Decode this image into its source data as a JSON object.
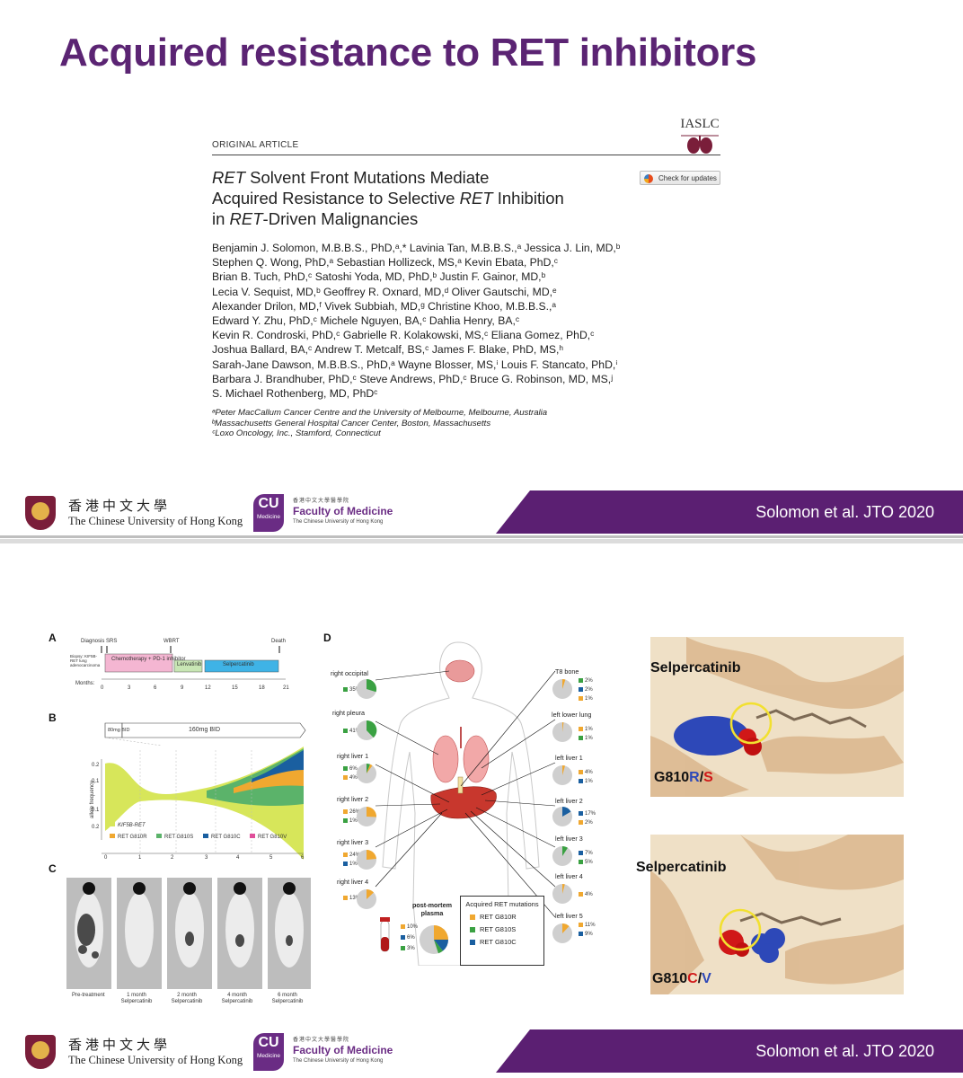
{
  "slide1": {
    "title": "Acquired resistance to RET inhibitors",
    "article": {
      "type": "ORIGINAL ARTICLE",
      "journal_logo": "IASLC",
      "title_line1_italic": "RET",
      "title_line1_rest": " Solvent Front Mutations Mediate",
      "title_line2_a": "Acquired Resistance to Selective ",
      "title_line2_italic": "RET",
      "title_line2_b": " Inhibition",
      "title_line3_a": "in ",
      "title_line3_italic": "RET",
      "title_line3_b": "-Driven Malignancies",
      "check_updates": "Check for updates",
      "authors": [
        "Benjamin J. Solomon, M.B.B.S., PhD,ᵃ,* Lavinia Tan, M.B.B.S.,ᵃ Jessica J. Lin, MD,ᵇ",
        "Stephen Q. Wong, PhD,ᵃ Sebastian Hollizeck, MS,ᵃ Kevin Ebata, PhD,ᶜ",
        "Brian B. Tuch, PhD,ᶜ Satoshi Yoda, MD, PhD,ᵇ Justin F. Gainor, MD,ᵇ",
        "Lecia V. Sequist, MD,ᵇ Geoffrey R. Oxnard, MD,ᵈ Oliver Gautschi, MD,ᵉ",
        "Alexander Drilon, MD,ᶠ Vivek Subbiah, MD,ᵍ Christine Khoo, M.B.B.S.,ᵃ",
        "Edward Y. Zhu, PhD,ᶜ Michele Nguyen, BA,ᶜ Dahlia Henry, BA,ᶜ",
        "Kevin R. Condroski, PhD,ᶜ Gabrielle R. Kolakowski, MS,ᶜ Eliana Gomez, PhD,ᶜ",
        "Joshua Ballard, BA,ᶜ Andrew T. Metcalf, BS,ᶜ James F. Blake, PhD, MS,ʰ",
        "Sarah-Jane Dawson, M.B.B.S., PhD,ᵃ Wayne Blosser, MS,ⁱ Louis F. Stancato, PhD,ⁱ",
        "Barbara J. Brandhuber, PhD,ᶜ Steve Andrews, PhD,ᶜ Bruce G. Robinson, MD, MS,ʲ",
        "S. Michael Rothenberg, MD, PhDᶜ"
      ],
      "affiliations": [
        "ᵃPeter MacCallum Cancer Centre and the University of Melbourne, Melbourne, Australia",
        "ᵇMassachusetts General Hospital Cancer Center, Boston, Massachusetts",
        "ᶜLoxo Oncology, Inc., Stamford, Connecticut"
      ]
    }
  },
  "footer": {
    "cuhk_cn": "香港中文大學",
    "cuhk_en": "The Chinese University of Hong Kong",
    "cu_badge": "CU",
    "cu_badge_sub": "Medicine",
    "fom_cn": "香港中文大學醫學院",
    "fom_title": "Faculty of Medicine",
    "fom_sub": "The Chinese University of Hong Kong",
    "citation": "Solomon et al. JTO 2020"
  },
  "slide2": {
    "panel_letters": [
      "A",
      "B",
      "C",
      "D"
    ],
    "timeline": {
      "events": [
        "Diagnosis",
        "SRS",
        "WBRT",
        "Death"
      ],
      "biopsy": "Biopsy: KIF5B-RET lung adenocarcinoma",
      "treatments": [
        "Chemotherapy + PD-1 inhibitor",
        "Lenvatinib",
        "Selpercatinib"
      ],
      "axis_label": "Months:",
      "months": [
        "0",
        "3",
        "6",
        "9",
        "12",
        "15",
        "18",
        "21"
      ]
    },
    "panel_b": {
      "dose1": "80mg BID",
      "dose2": "160mg BID",
      "ylabel": "allele frequency",
      "yticks": [
        "0.2",
        "0.1",
        "0.1",
        "0.2"
      ],
      "xticks": [
        "0",
        "1",
        "2",
        "3",
        "4",
        "5",
        "6"
      ],
      "legend": [
        "KIF5B-RET",
        "RET G810R",
        "RET G810S",
        "RET G810C",
        "RET G810V"
      ]
    },
    "panel_c": {
      "labels": [
        "Pre-treatment",
        "1 month Selpercatinib",
        "2 month Selpercatinib",
        "4 month Selpercatinib",
        "6 month Selpercatinib"
      ]
    },
    "panel_d": {
      "left_sites": [
        {
          "name": "right occipital",
          "p": [
            "35%"
          ]
        },
        {
          "name": "right pleura",
          "p": [
            "41%"
          ]
        },
        {
          "name": "right liver 1",
          "p": [
            "6%",
            "4%"
          ]
        },
        {
          "name": "right liver 2",
          "p": [
            "26%",
            "1%"
          ]
        },
        {
          "name": "right liver 3",
          "p": [
            "24%",
            "1%"
          ]
        },
        {
          "name": "right liver 4",
          "p": [
            "13%"
          ]
        }
      ],
      "right_sites": [
        {
          "name": "T8 bone",
          "p": [
            "2%",
            "2%",
            "1%"
          ]
        },
        {
          "name": "left lower lung",
          "p": [
            "1%",
            "1%"
          ]
        },
        {
          "name": "left liver 1",
          "p": [
            "4%",
            "1%"
          ]
        },
        {
          "name": "left liver 2",
          "p": [
            "17%",
            "2%"
          ]
        },
        {
          "name": "left liver 3",
          "p": [
            "7%",
            "5%"
          ]
        },
        {
          "name": "left liver 4",
          "p": [
            "4%"
          ]
        },
        {
          "name": "left liver 5",
          "p": [
            "11%",
            "9%"
          ]
        }
      ],
      "plasma_label": "post-mortem plasma",
      "plasma_p": [
        "10%",
        "6%",
        "3%"
      ],
      "legend_title": "Acquired RET mutations",
      "legend": [
        "RET G810R",
        "RET G810S",
        "RET G810C"
      ]
    },
    "structures": {
      "drug": "Selpercatinib",
      "top_mut_prefix": "G810",
      "top_mut_a": "R",
      "top_mut_sep": "/",
      "top_mut_b": "S",
      "bottom_mut_prefix": "G810",
      "bottom_mut_a": "C",
      "bottom_mut_sep": "/",
      "bottom_mut_b": "V"
    }
  }
}
